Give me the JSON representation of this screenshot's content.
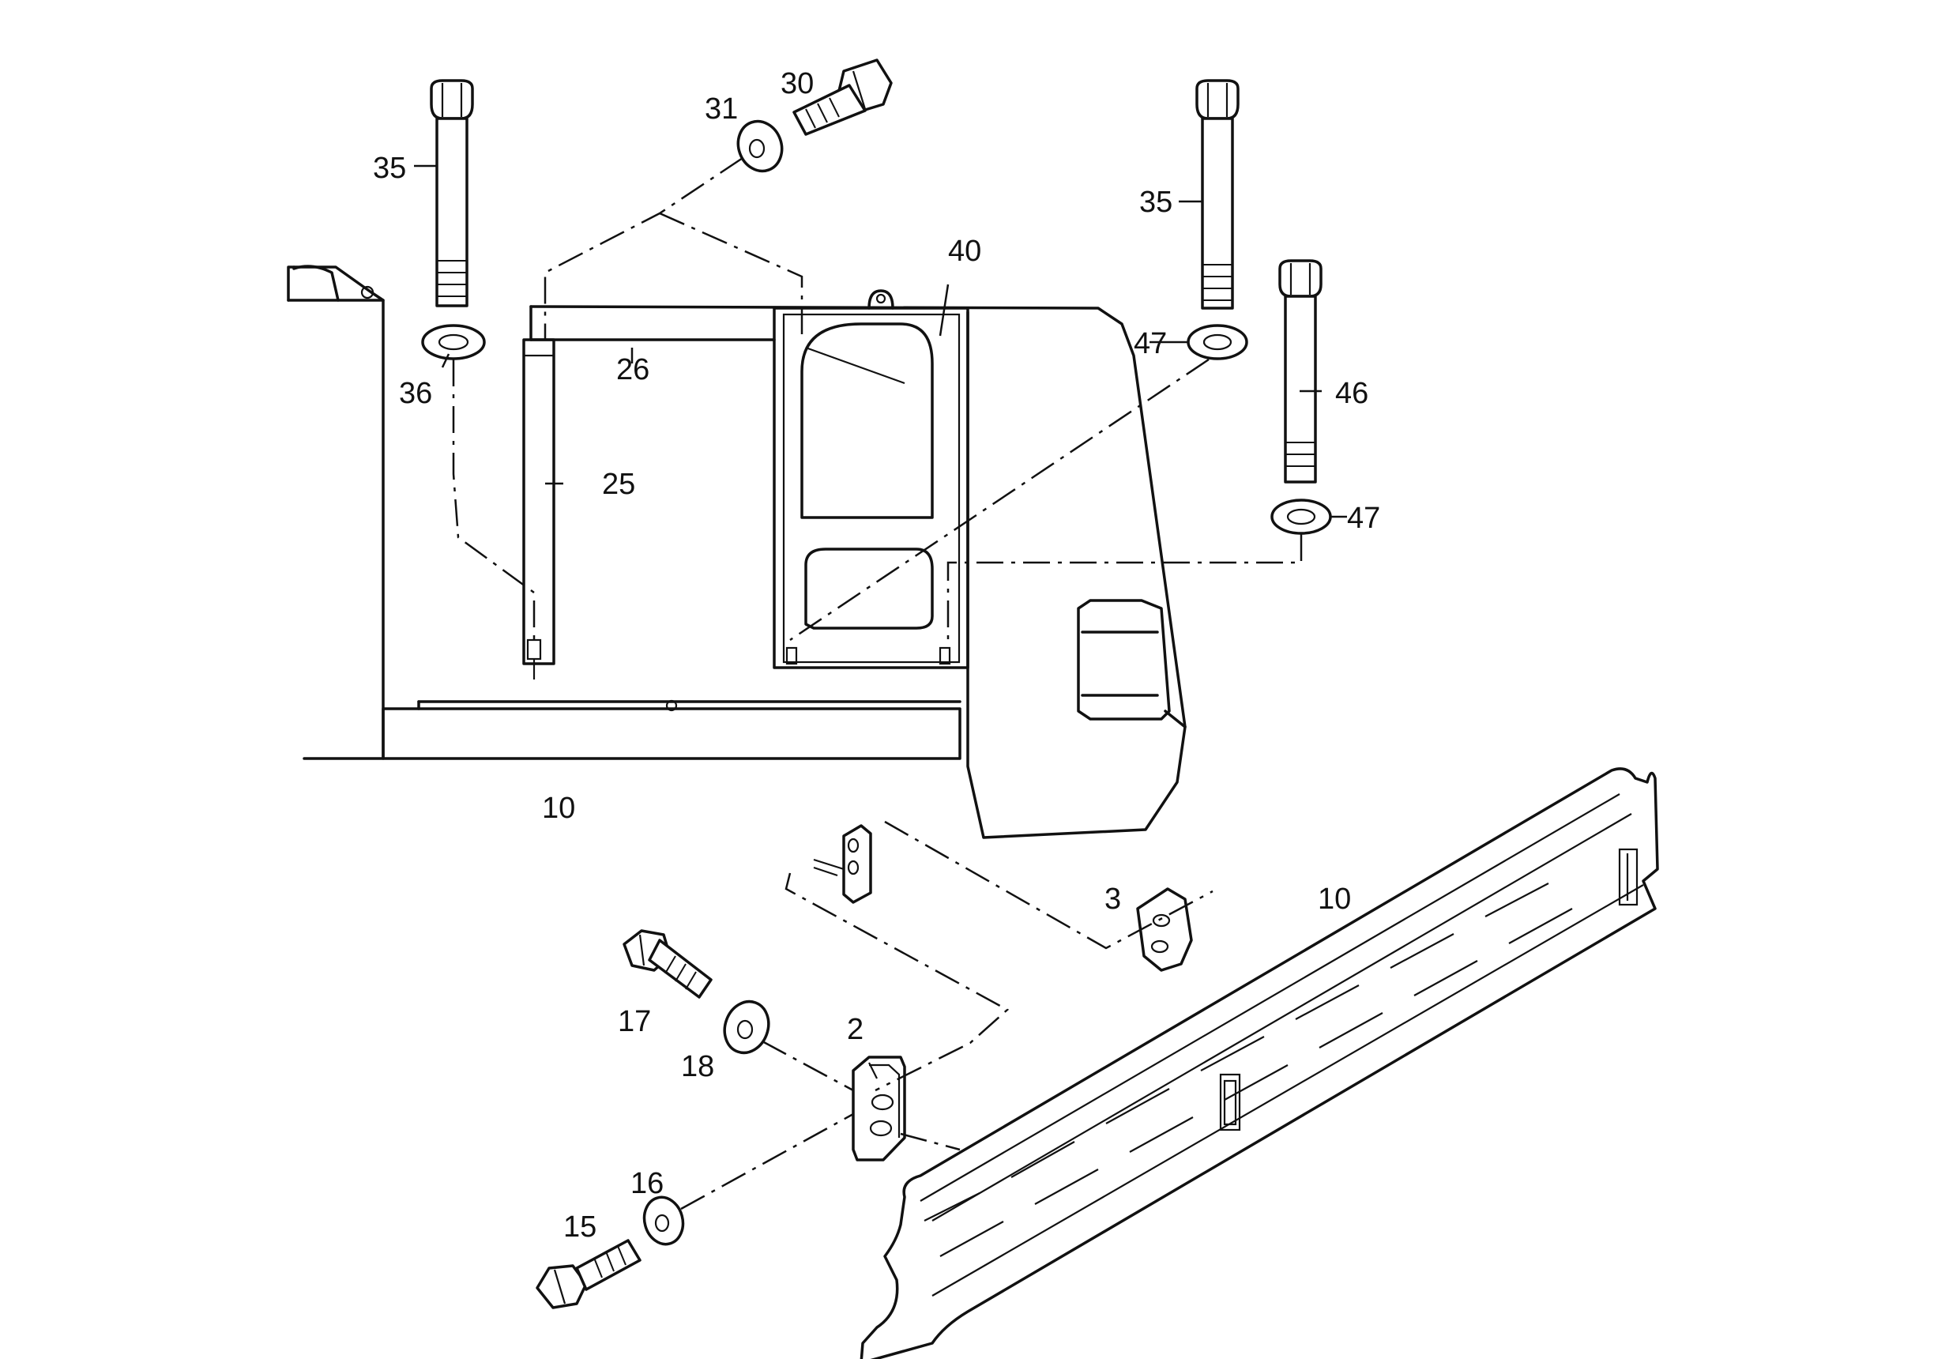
{
  "diagram": {
    "callouts": {
      "p35a": "35",
      "p36": "36",
      "p31": "31",
      "p30": "30",
      "p26": "26",
      "p25": "25",
      "p40": "40",
      "p35b": "35",
      "p47a": "47",
      "p46": "46",
      "p47b": "47",
      "p10a": "10",
      "p10b": "10",
      "p3": "3",
      "p2": "2",
      "p17": "17",
      "p18": "18",
      "p16": "16",
      "p15": "15"
    }
  }
}
